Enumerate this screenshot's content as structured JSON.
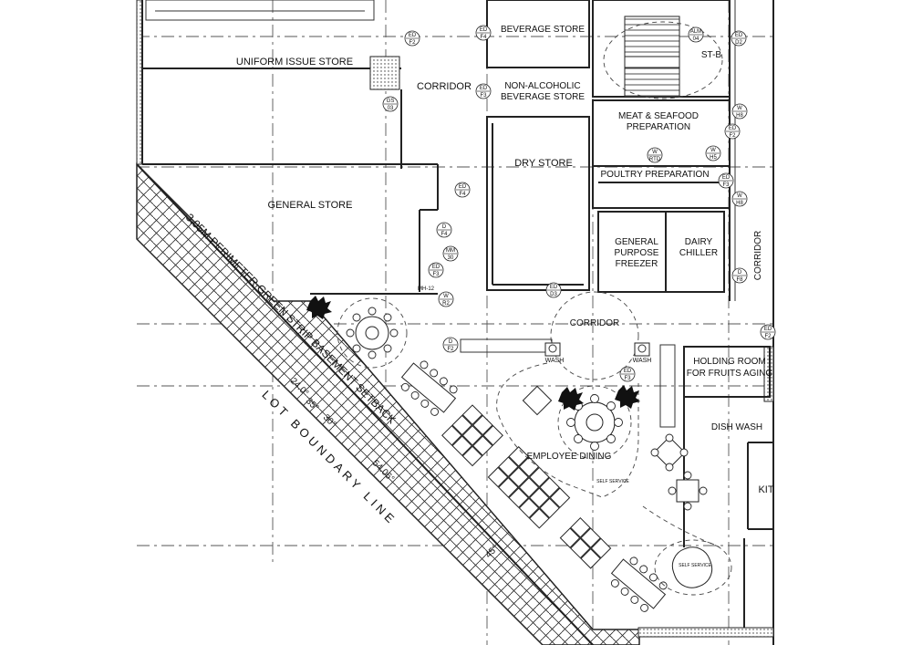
{
  "rooms": {
    "uniform_issue_store": "UNIFORM ISSUE STORE",
    "corridor_north": "CORRIDOR",
    "beverage_store": "BEVERAGE STORE",
    "non_alcoholic_line1": "NON-ALCOHOLIC",
    "non_alcoholic_line2": "BEVERAGE STORE",
    "stair": "ST-B",
    "meat_line1": "MEAT & SEAFOOD",
    "meat_line2": "PREPARATION",
    "dry_store": "DRY STORE",
    "poultry": "POULTRY PREPARATION",
    "general_store": "GENERAL STORE",
    "gp_freezer_line1": "GENERAL",
    "gp_freezer_line2": "PURPOSE",
    "gp_freezer_line3": "FREEZER",
    "dairy_line1": "DAIRY",
    "dairy_line2": "CHILLER",
    "corridor_east": "CORRIDOR",
    "corridor_center": "CORRIDOR",
    "holding_line1": "HOLDING ROOM",
    "holding_line2": "FOR FRUITS AGING",
    "dish_wash": "DISH WASH",
    "employee_dining": "EMPLOYEE DINING",
    "kitchen_partial": "KIT"
  },
  "annotations": {
    "setback": "3.05M PERIMETER GREEN STRIP BASEMENT SETBACK",
    "lot_boundary": "LOT BOUNDARY LINE",
    "self_service_1": "SELF SERVICE",
    "self_service_2": "SELF SERVICE",
    "wash_1": "WASH",
    "wash_2": "WASH",
    "mh": "MH-12",
    "dim_1": "24.0°",
    "dim_2": "35°",
    "dim_3": "30°",
    "dim_4": "54.06°",
    "dim_5": "45°"
  },
  "door_tags": [
    {
      "top": "ED",
      "bottom": "F2"
    },
    {
      "top": "ED",
      "bottom": "F4"
    },
    {
      "top": "ALM",
      "bottom": "04"
    },
    {
      "top": "ED",
      "bottom": "D2"
    },
    {
      "top": "ED",
      "bottom": "F3"
    },
    {
      "top": "GS",
      "bottom": "03"
    },
    {
      "top": "W",
      "bottom": "H8"
    },
    {
      "top": "W",
      "bottom": "RTD"
    },
    {
      "top": "W",
      "bottom": "H5"
    },
    {
      "top": "ED",
      "bottom": "F2"
    },
    {
      "top": "ED",
      "bottom": "F3"
    },
    {
      "top": "W",
      "bottom": "H8"
    },
    {
      "top": "ED",
      "bottom": "F4"
    },
    {
      "top": "D",
      "bottom": "F4"
    },
    {
      "top": "MM",
      "bottom": "30"
    },
    {
      "top": "ED",
      "bottom": "F3"
    },
    {
      "top": "ED",
      "bottom": "D3"
    },
    {
      "top": "W",
      "bottom": "R2"
    },
    {
      "top": "D",
      "bottom": "F2"
    },
    {
      "top": "ED",
      "bottom": "F3"
    },
    {
      "top": "D",
      "bottom": "F8"
    },
    {
      "top": "ED",
      "bottom": "F2"
    }
  ]
}
